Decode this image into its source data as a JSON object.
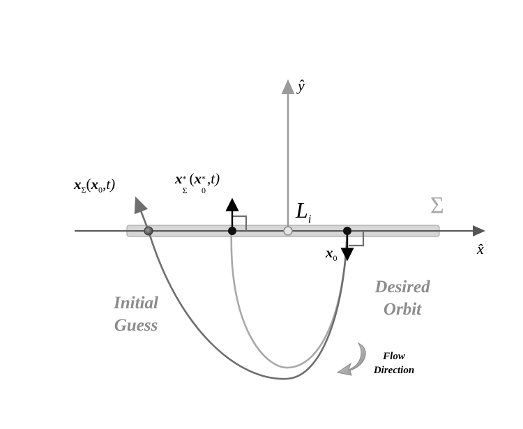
{
  "axes": {
    "x_label": "x̂",
    "y_label": "ŷ"
  },
  "labels": {
    "perturbed_state": {
      "bold": "x",
      "sub": "Σ",
      "paren_open": "(",
      "arg_bold": "x",
      "arg_sub": "0",
      "rest": ",t)"
    },
    "corrected_state": {
      "bold": "x",
      "sup": "*",
      "sub": "Σ",
      "paren_open": "(",
      "arg_bold": "x",
      "arg_sup": "*",
      "arg_sub": "0",
      "rest": ",t)"
    },
    "libration_point": {
      "main": "L",
      "sub": "i"
    },
    "section": "Σ",
    "initial_state": {
      "bold": "x",
      "sub": "0"
    },
    "initial_guess": [
      "Initial",
      "Guess"
    ],
    "desired_orbit": [
      "Desired",
      "Orbit"
    ],
    "flow_direction": [
      "Flow",
      "Direction"
    ]
  },
  "colors": {
    "axis": "#555555",
    "y_axis": "#9a9a9a",
    "section_plane": "#d6d6d6",
    "initial_guess_curve": "#6e6e6e",
    "desired_orbit_curve": "#a8a8a8",
    "label_muted": "#8c8c8c",
    "point": "#111111"
  },
  "icons": {
    "flow_arrow": "curved-arrow-icon",
    "right_angle": "right-angle-marker-icon"
  }
}
